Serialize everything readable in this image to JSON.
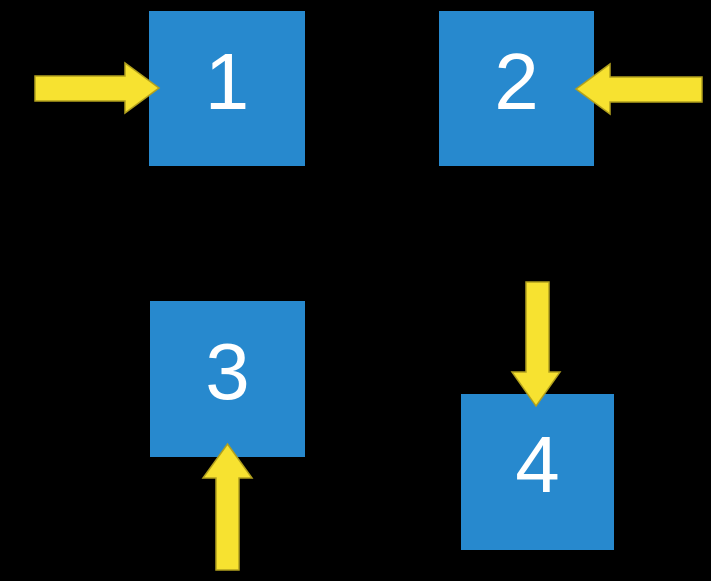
{
  "scene": {
    "description": "Four blue numbered squares on a black background, each with a yellow block arrow pointing into it",
    "background_color": "#000000"
  },
  "colors": {
    "box_fill": "#2789CE",
    "arrow_fill": "#F7E230",
    "arrow_outline": "#B1A01D",
    "label_text": "#FFFFFF"
  },
  "boxes": [
    {
      "label": "1",
      "arrow_direction": "right",
      "arrow_points_at": "left side of box 1"
    },
    {
      "label": "2",
      "arrow_direction": "left",
      "arrow_points_at": "right side of box 2"
    },
    {
      "label": "3",
      "arrow_direction": "up",
      "arrow_points_at": "bottom side of box 3"
    },
    {
      "label": "4",
      "arrow_direction": "down",
      "arrow_points_at": "top side of box 4"
    }
  ]
}
